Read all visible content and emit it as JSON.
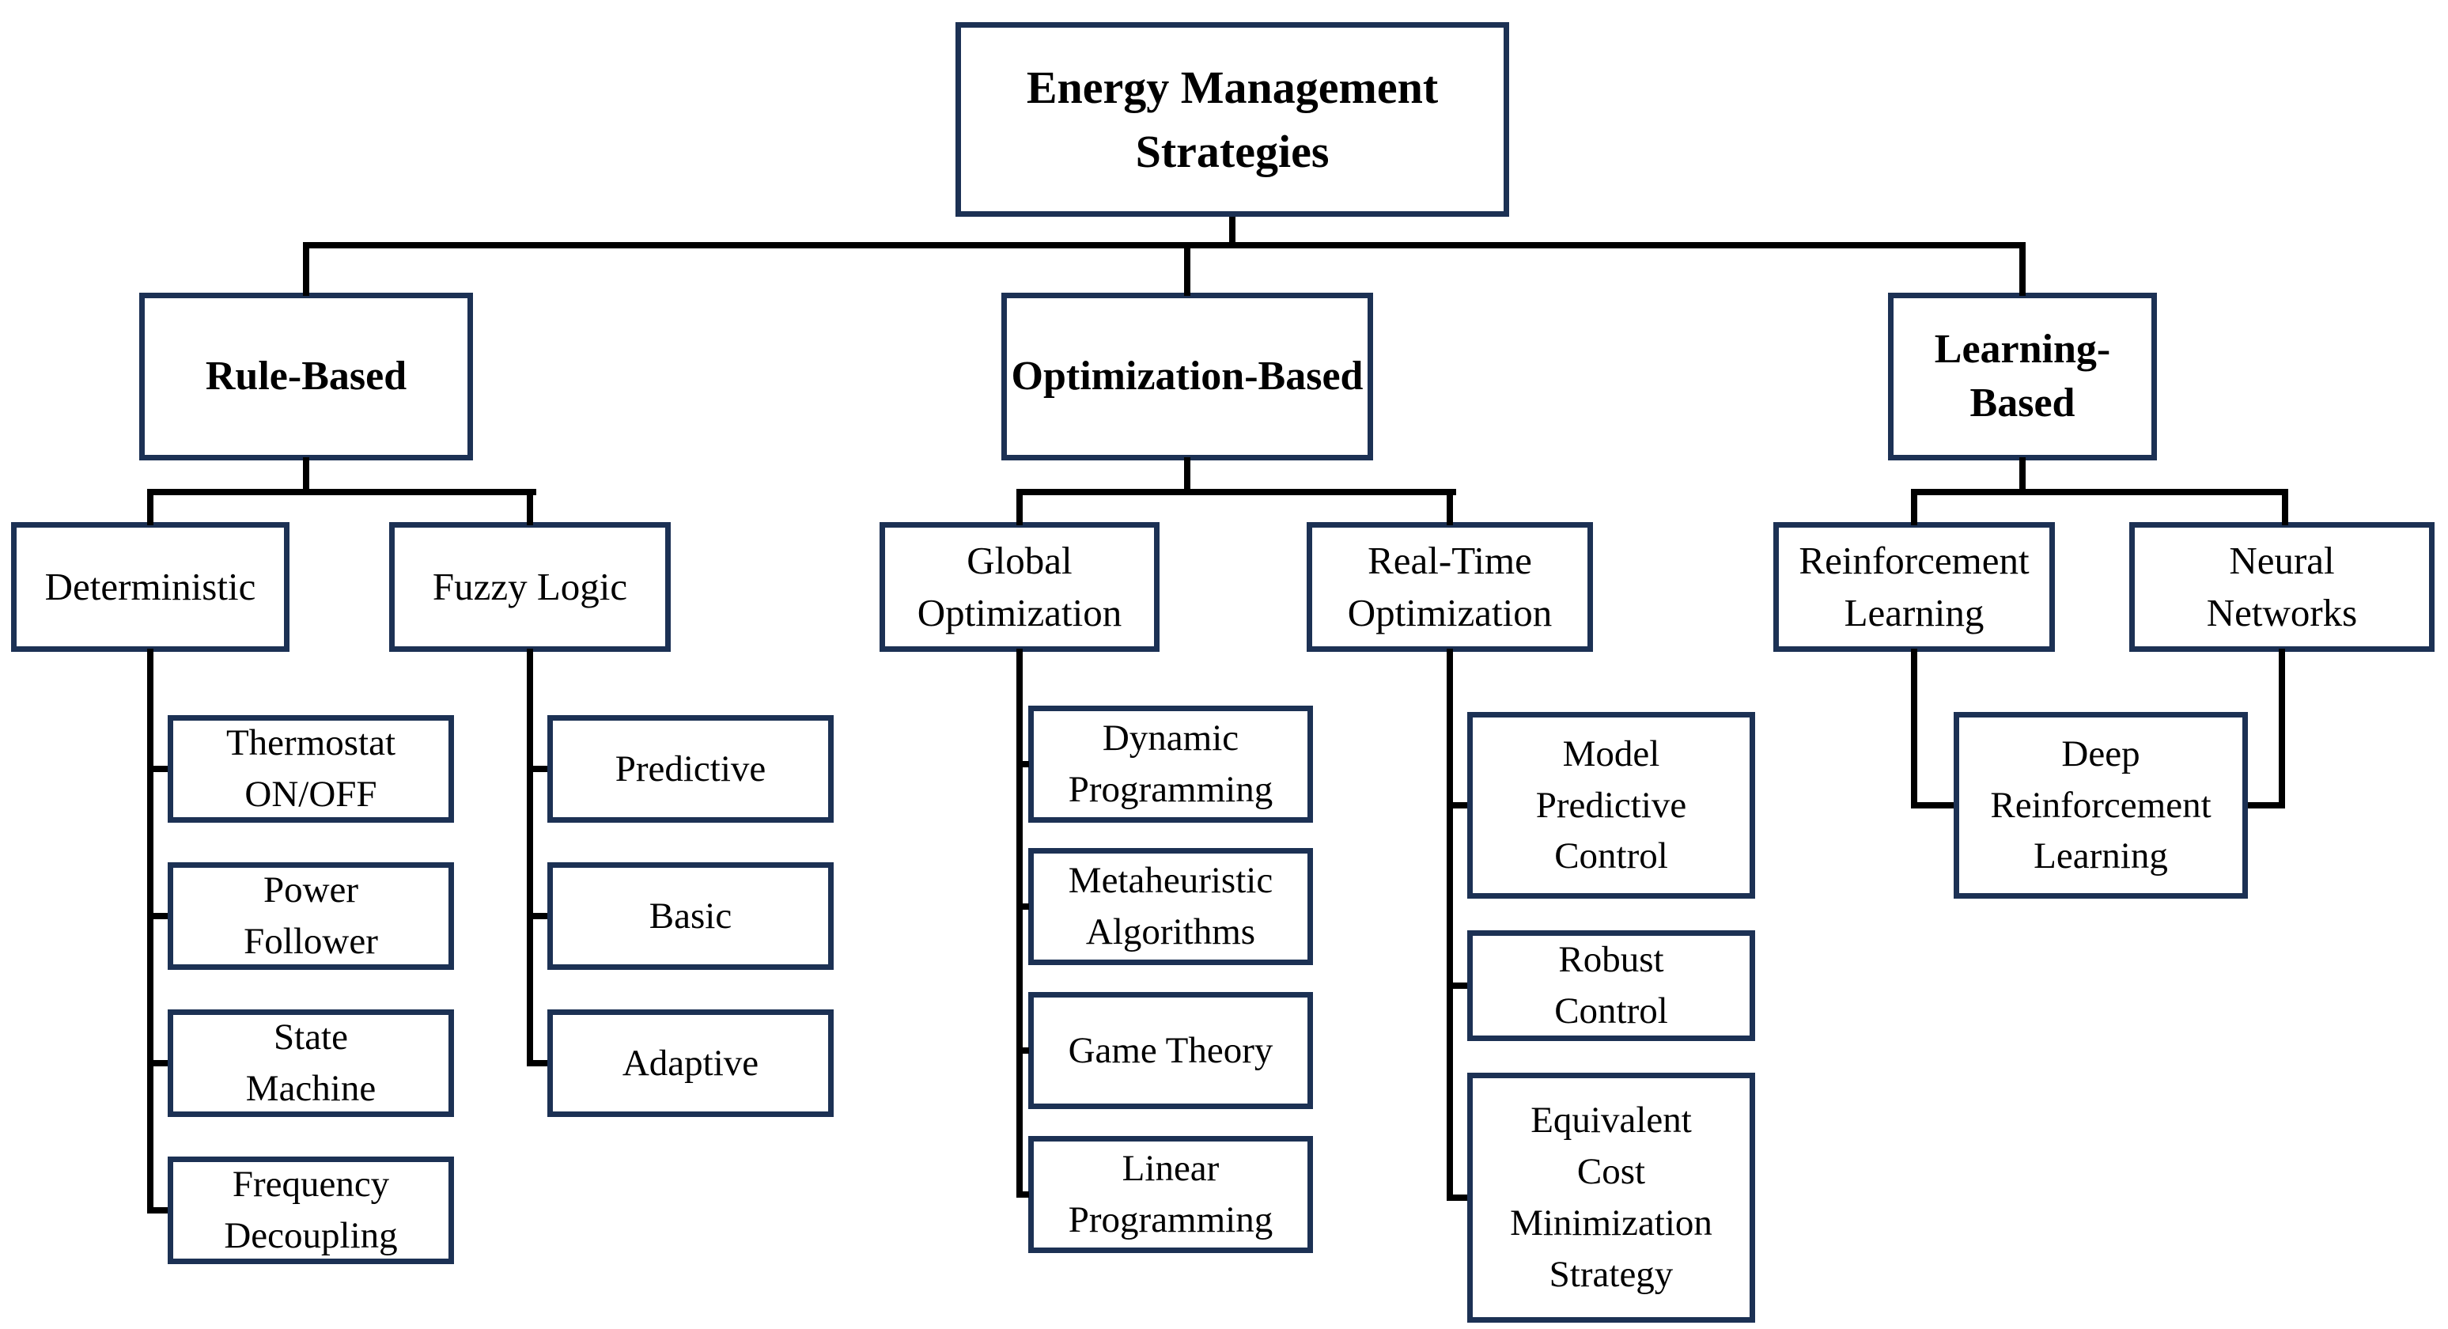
{
  "diagram": {
    "title": "Energy Management Strategies",
    "type": "hierarchy-tree",
    "colors": {
      "box_border": "#1c3154",
      "box_fill": "#ffffff",
      "connector": "#000000",
      "text": "#000000",
      "background": "#ffffff"
    }
  },
  "nodes": {
    "ems": "Energy Management\nStrategies",
    "rule_based": "Rule-Based",
    "optimization_based": "Optimization-Based",
    "learning_based": "Learning-Based",
    "deterministic": "Deterministic",
    "fuzzy_logic": "Fuzzy Logic",
    "global_optimization": "Global\nOptimization",
    "real_time_optimization": "Real-Time\nOptimization",
    "reinforcement_learning": "Reinforcement\nLearning",
    "neural_networks": "Neural\nNetworks",
    "thermostat_on_off": "Thermostat\nON/OFF",
    "power_follower": "Power\nFollower",
    "state_machine": "State\nMachine",
    "frequency_decoupling": "Frequency\nDecoupling",
    "predictive": "Predictive",
    "basic": "Basic",
    "adaptive": "Adaptive",
    "dynamic_programming": "Dynamic\nProgramming",
    "metaheuristic_algorithms": "Metaheuristic\nAlgorithms",
    "game_theory": "Game Theory",
    "linear_programming": "Linear\nProgramming",
    "model_predictive_control": "Model\nPredictive\nControl",
    "robust_control": "Robust\nControl",
    "equivalent_cost_minimization_strategy": "Equivalent\nCost\nMinimization\nStrategy",
    "deep_reinforcement_learning": "Deep\nReinforcement\nLearning"
  },
  "hierarchy": {
    "Energy Management Strategies": {
      "Rule-Based": {
        "Deterministic": [
          "Thermostat ON/OFF",
          "Power Follower",
          "State Machine",
          "Frequency Decoupling"
        ],
        "Fuzzy Logic": [
          "Predictive",
          "Basic",
          "Adaptive"
        ]
      },
      "Optimization-Based": {
        "Global Optimization": [
          "Dynamic Programming",
          "Metaheuristic Algorithms",
          "Game Theory",
          "Linear Programming"
        ],
        "Real-Time Optimization": [
          "Model Predictive Control",
          "Robust Control",
          "Equivalent Cost Minimization Strategy"
        ]
      },
      "Learning-Based": {
        "Reinforcement Learning": [
          "Deep Reinforcement Learning"
        ],
        "Neural Networks": [
          "Deep Reinforcement Learning"
        ]
      }
    }
  }
}
